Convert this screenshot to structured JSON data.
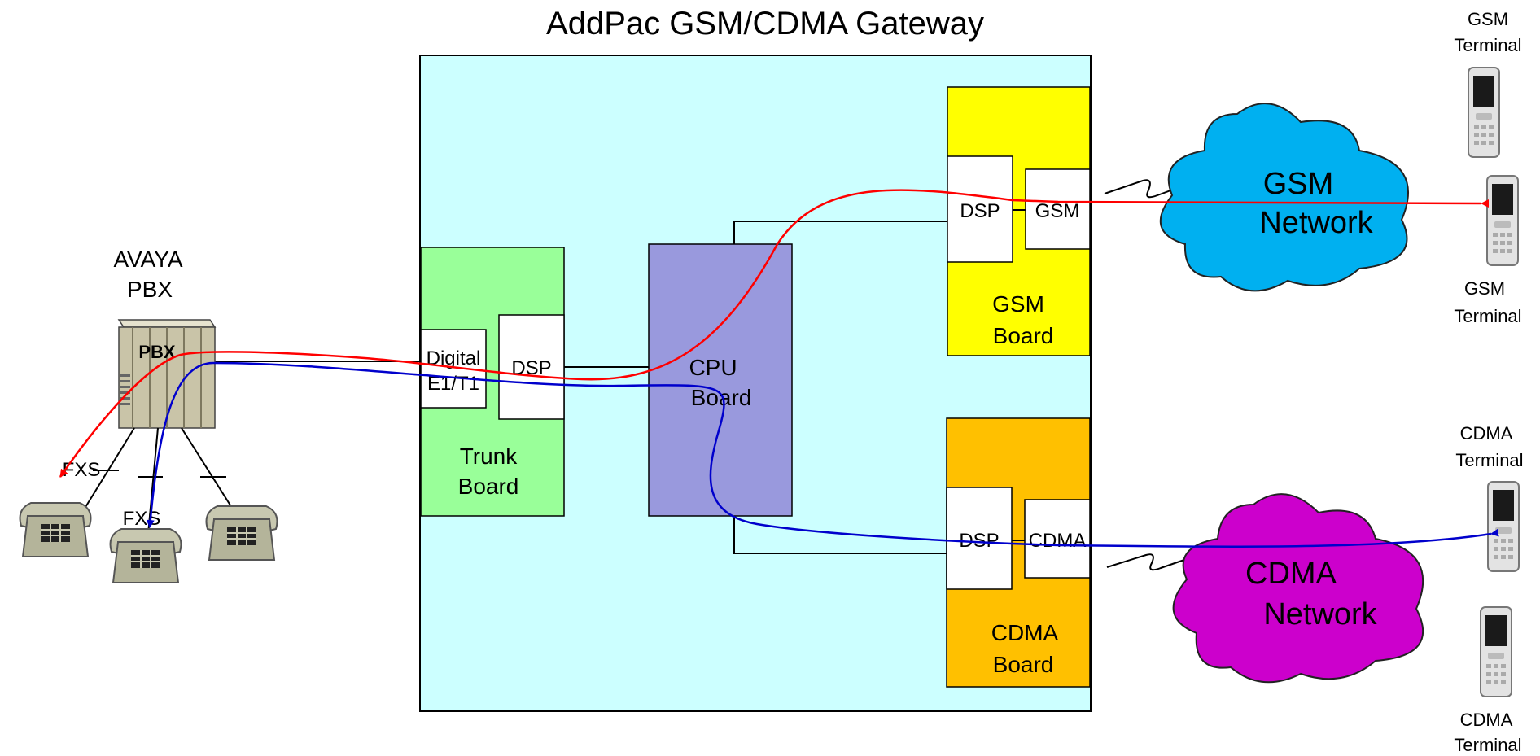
{
  "title": "AddPac GSM/CDMA Gateway",
  "pbx": {
    "caption_line1": "AVAYA",
    "caption_line2": "PBX",
    "box_label": "PBX"
  },
  "fxs_labels": [
    "FXS",
    "FXS"
  ],
  "trunk_board": {
    "digital_line1": "Digital",
    "digital_line2": "E1/T1",
    "dsp": "DSP",
    "line1": "Trunk",
    "line2": "Board"
  },
  "cpu_board": {
    "line1": "CPU",
    "line2": "Board"
  },
  "gsm_board": {
    "dsp": "DSP",
    "module": "GSM",
    "line1": "GSM",
    "line2": "Board"
  },
  "cdma_board": {
    "dsp": "DSP",
    "module": "CDMA",
    "line1": "CDMA",
    "line2": "Board"
  },
  "gsm_network": {
    "line1": "GSM",
    "line2": "Network"
  },
  "cdma_network": {
    "line1": "CDMA",
    "line2": "Network"
  },
  "terminals": [
    {
      "line1": "GSM",
      "line2": "Terminal"
    },
    {
      "line1": "GSM",
      "line2": "Terminal"
    },
    {
      "line1": "CDMA",
      "line2": "Terminal"
    },
    {
      "line1": "CDMA",
      "line2": "Terminal"
    }
  ],
  "colors": {
    "gateway": "#ccffff",
    "trunk": "#99ff99",
    "cpu": "#9999dd",
    "gsm_board": "#ffff00",
    "cdma_board": "#ffc000",
    "gsm_cloud": "#00b0f0",
    "cdma_cloud": "#cc00cc",
    "gsm_path": "#ff0000",
    "cdma_path": "#0000cc"
  }
}
